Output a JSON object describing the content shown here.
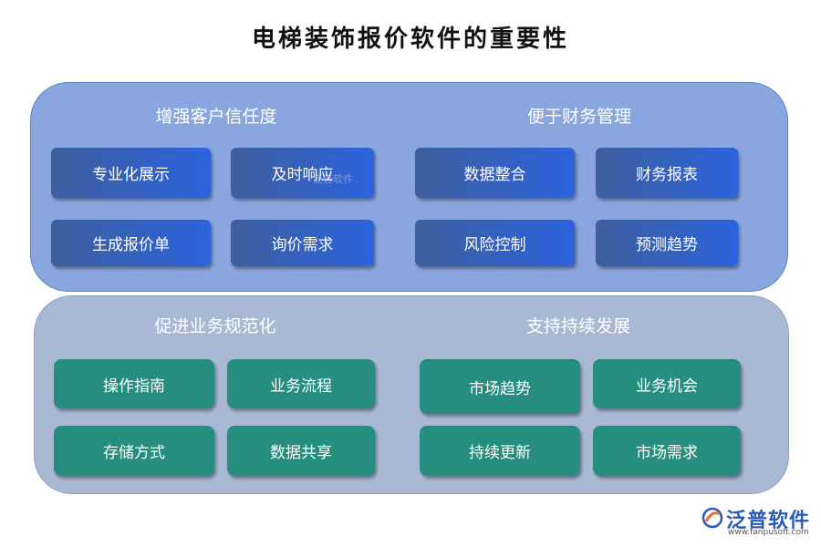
{
  "title": "电梯装饰报价软件的重要性",
  "sections": [
    {
      "heading": "增强客户信任度",
      "items": [
        "专业化展示",
        "及时响应",
        "生成报价单",
        "询价需求"
      ]
    },
    {
      "heading": "便于财务管理",
      "items": [
        "数据整合",
        "财务报表",
        "风险控制",
        "预测趋势"
      ]
    },
    {
      "heading": "促进业务规范化",
      "items": [
        "操作指南",
        "业务流程",
        "存储方式",
        "数据共享"
      ]
    },
    {
      "heading": "支持持续发展",
      "items": [
        "市场趋势",
        "业务机会",
        "持续更新",
        "市场需求"
      ]
    }
  ],
  "watermark": "泛普软件",
  "logo": {
    "name": "泛普软件",
    "url": "www.fanpusoft.com"
  },
  "colors": {
    "panel_top": "#8aa6df",
    "panel_bottom": "#a9b8d3",
    "box_blue_start": "#3e5f9e",
    "box_blue_end": "#2c63dd",
    "box_teal": "#258e7e",
    "logo_text": "#2a5bb8",
    "logo_accent": "#e8722a"
  }
}
